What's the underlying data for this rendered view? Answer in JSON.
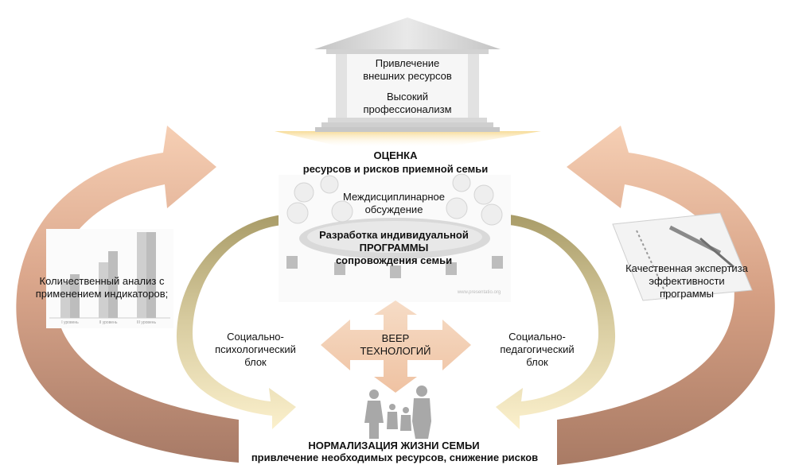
{
  "building": {
    "line1": "Привлечение",
    "line2": "внешних ресурсов",
    "line3": "Высокий",
    "line4": "профессионализм"
  },
  "assessment": {
    "title": "ОЦЕНКА",
    "subtitle": "ресурсов и рисков приемной семьи",
    "discussion_line1": "Междисциплинарное",
    "discussion_line2": "обсуждение",
    "program_line1": "Разработка индивидуальной",
    "program_line2": "ПРОГРАММЫ",
    "program_line3": "сопровождения семьи",
    "watermark": "www.presentatio.org"
  },
  "left": {
    "label_line1": "Количественный анализ с",
    "label_line2": "применением индикаторов;",
    "chart_categories": [
      "I уровень",
      "II уровень",
      "III уровень"
    ]
  },
  "right": {
    "label_line1": "Качественная экспертиза",
    "label_line2": "эффективности",
    "label_line3": "программы"
  },
  "center": {
    "fan_line1": "ВЕЕР",
    "fan_line2": "ТЕХНОЛОГИЙ",
    "social_psych_line1": "Социально-",
    "social_psych_line2": "психологический",
    "social_psych_line3": "блок",
    "social_ped_line1": "Социально-",
    "social_ped_line2": "педагогический",
    "social_ped_line3": "блок"
  },
  "bottom": {
    "title": "НОРМАЛИЗАЦИЯ ЖИЗНИ СЕМЬИ",
    "subtitle": "привлечение необходимых ресурсов, снижение рисков"
  },
  "colors": {
    "outer_arrow_light": "#f2c7a8",
    "outer_arrow_dark": "#b98670",
    "inner_arc_olive": "#b3a878",
    "inner_arc_light": "#f7e7b8",
    "fan_arrow": "#f4d2b8",
    "building": "#d0d0d0"
  }
}
